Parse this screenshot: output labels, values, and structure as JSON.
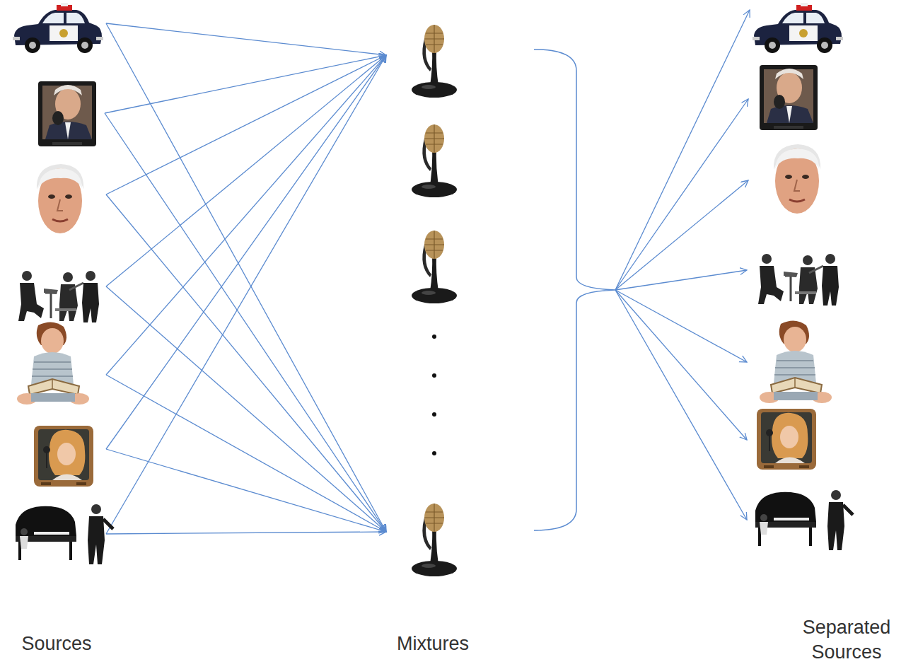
{
  "diagram": {
    "labels": [
      "Sources",
      "Mixtures",
      "Separated Sources"
    ]
  }
}
